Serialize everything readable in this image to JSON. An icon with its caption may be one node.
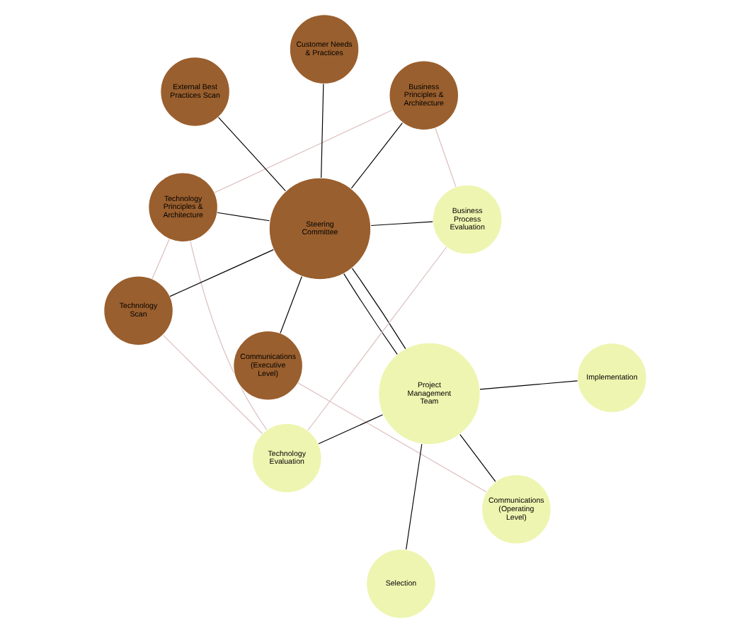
{
  "diagram": {
    "nodes": [
      {
        "text": [
          "Technology Scan"
        ]
      },
      {
        "text": [
          "Business Principles & Architecture"
        ]
      },
      {
        "text": [
          "Technology Principles & Architecture"
        ]
      },
      {
        "text": [
          "Customer Needs & Practices"
        ]
      },
      {
        "text": [
          "Steering Committee"
        ]
      },
      {
        "text": [
          "External Best Practices Scan"
        ]
      },
      {
        "text": [
          "Communications (Executive Level)"
        ]
      },
      {
        "text": [
          "Communications (Operating Level)"
        ]
      },
      {
        "text": [
          "Project Management Team"
        ]
      },
      {
        "text": [
          "Business Process Evaluation"
        ]
      },
      {
        "text": [
          "Technology Evaluation"
        ]
      },
      {
        "text": [
          "Selection"
        ]
      },
      {
        "text": [
          "Implementation"
        ]
      }
    ],
    "edges": [
      {
        "from": 4,
        "to": 0,
        "arrow": "none"
      },
      {
        "from": 4,
        "to": 1,
        "arrow": "none"
      },
      {
        "from": 4,
        "to": 2,
        "arrow": "none"
      },
      {
        "from": 4,
        "to": 3,
        "arrow": "none"
      },
      {
        "from": 4,
        "to": 5,
        "arrow": "none"
      },
      {
        "from": 4,
        "to": 6,
        "arrow": "none"
      },
      {
        "from": 4,
        "to": 9,
        "arrow": "none"
      },
      {
        "from": 4,
        "to": 8,
        "arrow": "none"
      },
      {
        "from": 4,
        "to": 8,
        "arrow": "none"
      },
      {
        "from": 8,
        "to": 7,
        "arrow": "none"
      },
      {
        "from": 8,
        "to": 10,
        "arrow": "none"
      },
      {
        "from": 8,
        "to": 11,
        "arrow": "none"
      },
      {
        "from": 8,
        "to": 12,
        "arrow": "none"
      },
      {
        "from": 0,
        "to": 2,
        "arrow": "none",
        "color": "#dcbcbc"
      },
      {
        "from": 1,
        "to": 2,
        "arrow": "none",
        "color": "#dcbcbc"
      },
      {
        "from": 1,
        "to": 9,
        "arrow": "none",
        "color": "#dcbcbc"
      },
      {
        "from": 0,
        "to": 10,
        "arrow": "none",
        "color": "#dcbcbc"
      },
      {
        "from": 2,
        "to": 10,
        "arrow": "none",
        "color": "#dcbcbc"
      },
      {
        "from": 6,
        "to": 7,
        "arrow": "none",
        "color": "#dcbcbc"
      },
      {
        "from": 9,
        "to": 10,
        "arrow": "none",
        "color": "#dcbcbc"
      }
    ]
  }
}
